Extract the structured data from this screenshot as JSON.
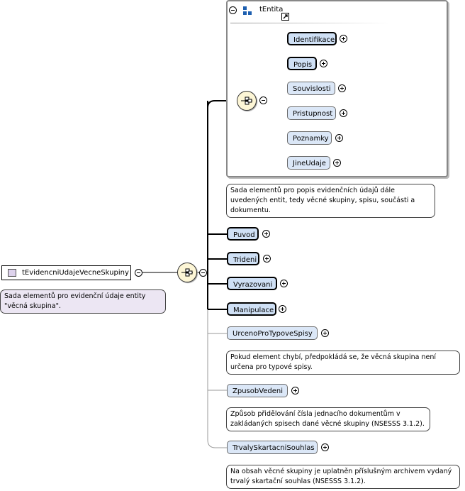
{
  "root": {
    "label": "tEvidencniUdajeVecneSkupiny",
    "doc": "Sada elementů pro evidenční údaje entity \"věcná skupina\"."
  },
  "entity": {
    "title": "tEntita",
    "doc": "Sada elementů pro popis evidenčních údajů dále uvedených entit, tedy věcné skupiny, spisu, součásti a dokumentu.",
    "items": [
      {
        "label": "Identifikace"
      },
      {
        "label": "Popis"
      },
      {
        "label": "Souvislosti"
      },
      {
        "label": "Pristupnost"
      },
      {
        "label": "Poznamky"
      },
      {
        "label": "JineUdaje"
      }
    ]
  },
  "elements": [
    {
      "label": "Puvod"
    },
    {
      "label": "Trideni"
    },
    {
      "label": "Vyrazovani"
    },
    {
      "label": "Manipulace"
    },
    {
      "label": "UrcenoProTypoveSpisy",
      "doc": "Pokud element chybí, předpokládá se, že věcná skupina není určena pro typové spisy."
    },
    {
      "label": "ZpusobVedeni",
      "doc": "Způsob přidělování čísla jednacího dokumentům v zakládaných spisech dané věcné skupiny (NSESSS 3.1.2)."
    },
    {
      "label": "TrvalySkartacniSouhlas",
      "doc": "Na obsah věcné skupiny je uplatněn příslušným archivem vydaný trvalý skartační souhlas (NSESSS 3.1.2)."
    }
  ],
  "colors": {
    "mandatory": "#cfe0f5",
    "sequence": "#fdf6d6",
    "note": "#ece6f3"
  }
}
